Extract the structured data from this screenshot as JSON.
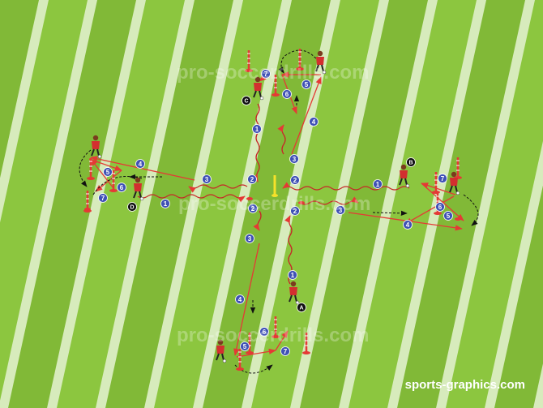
{
  "watermarks": [
    "pro-soccerdrills.com",
    "pro-soccerdrills.com",
    "pro-soccerdrills.com"
  ],
  "brand": "sports-graphics.com",
  "colors": {
    "grass_light": "#8cc63f",
    "grass_dark": "#7cb334",
    "run_path": "#e53935",
    "pass_arrow": "#e53935",
    "dribble": "#c62828",
    "curve_path": "#111111",
    "number_badge": "#3f51b5",
    "player_shirt": "#d32f2f",
    "pole": "#e53935",
    "center_pole": "#f5e12a"
  },
  "player_labels": [
    "A",
    "B",
    "C",
    "D"
  ],
  "step_numbers": [
    "1",
    "2",
    "3",
    "4",
    "5",
    "6",
    "7"
  ],
  "icons": [
    "player-icon",
    "marker-pole-icon",
    "cone-icon",
    "number-badge-icon",
    "player-label-icon"
  ]
}
